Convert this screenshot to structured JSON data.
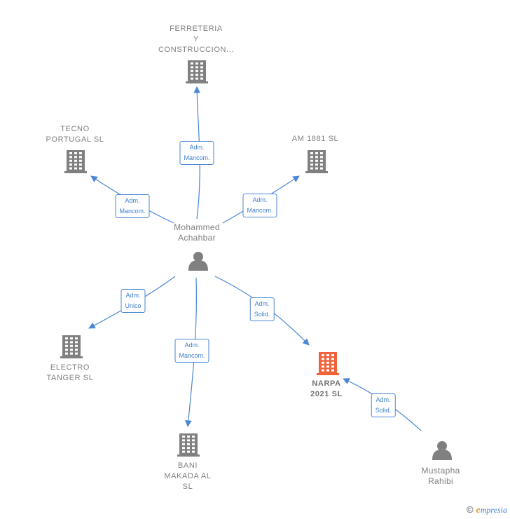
{
  "colors": {
    "edge": "#4a86d4",
    "building": "#808080",
    "building_focus": "#f0623a",
    "person": "#808080",
    "label": "#808080"
  },
  "nodes": {
    "ferreteria": {
      "lines": [
        "FERRETERIA",
        "Y",
        "CONSTRUCCION..."
      ],
      "icon": "building-icon"
    },
    "tecno": {
      "lines": [
        "TECNO",
        "PORTUGAL  SL"
      ],
      "icon": "building-icon"
    },
    "am1881": {
      "lines": [
        "AM 1881  SL"
      ],
      "icon": "building-icon"
    },
    "mohammed": {
      "lines": [
        "Mohammed",
        "Achahbar"
      ],
      "icon": "person-icon"
    },
    "electro": {
      "lines": [
        "ELECTRO",
        "TANGER  SL"
      ],
      "icon": "building-icon"
    },
    "narpa": {
      "lines": [
        "NARPA",
        "2021  SL"
      ],
      "icon": "building-icon"
    },
    "bani": {
      "lines": [
        "BANI",
        "MAKADA AL",
        "SL"
      ],
      "icon": "building-icon"
    },
    "mustapha": {
      "lines": [
        "Mustapha",
        "Rahibi"
      ],
      "icon": "person-icon"
    }
  },
  "roles": {
    "to_ferreteria": [
      "Adm.",
      "Mancom."
    ],
    "to_tecno": [
      "Adm.",
      "Mancom."
    ],
    "to_am1881": [
      "Adm.",
      "Mancom."
    ],
    "to_electro": [
      "Adm.",
      "Unico"
    ],
    "to_bani": [
      "Adm.",
      "Mancom."
    ],
    "to_narpa": [
      "Adm.",
      "Solid."
    ],
    "mustapha_to_narpa": [
      "Adm.",
      "Solid."
    ]
  },
  "brand": {
    "copyright": "©",
    "initial": "e",
    "rest": "mpresia"
  }
}
